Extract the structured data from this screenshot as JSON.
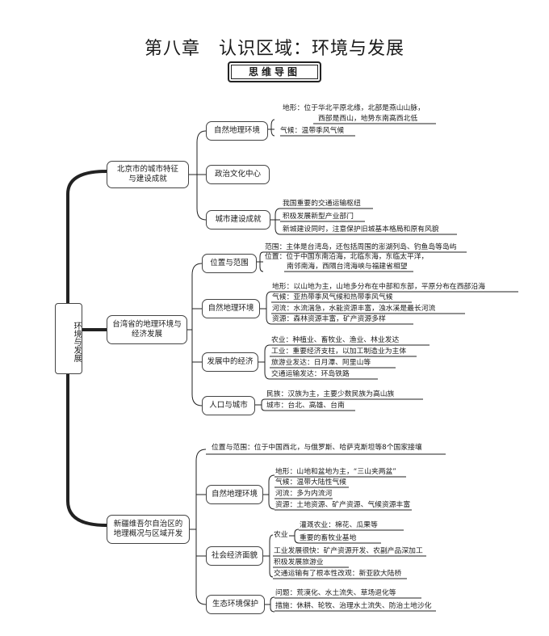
{
  "title": "第八章　认识区域：环境与发展",
  "subtitle": "思维导图",
  "root": "环境与发展",
  "beijing": {
    "label": "北京市的城市特征与建设成就",
    "nature": {
      "label": "自然地理环境",
      "terrain_l1": "地形：位于华北平原北缘，北部是燕山山脉，",
      "terrain_l2": "西部是西山，地势东南高西北低",
      "climate": "气候：温带季风气候"
    },
    "politics": "政治文化中心",
    "construction": {
      "label": "城市建设成就",
      "i1": "我国重要的交通运输枢纽",
      "i2": "积极发展新型产业部门",
      "i3": "新城建设同时，注意保护旧城基本格局和原有风貌"
    }
  },
  "taiwan": {
    "label": "台湾省的地理环境与经济发展",
    "position": {
      "label": "位置与范围",
      "scope": "范围：主体是台湾岛，还包括周围的澎湖列岛、钓鱼岛等岛屿",
      "pos_l1": "位置：位于中国东南沿海，北临东海，东临太平洋，",
      "pos_l2": "南邻南海，西隔台湾海峡与福建省相望"
    },
    "nature": {
      "label": "自然地理环境",
      "terrain": "地形：以山地为主，山地多分布在中部和东部，平原分布在西部沿海",
      "climate": "气候：亚热带季风气候和热带季风气候",
      "rivers": "河流：水流湍急，水能资源丰富，浊水溪是最长河流",
      "resources": "资源：森林资源丰富，矿产资源多样"
    },
    "economy": {
      "label": "发展中的经济",
      "agri": "农业：种植业、畜牧业、渔业、林业发达",
      "industry": "工业：重要经济支柱，以加工制造业为主体",
      "tourism": "旅游业发达：日月潭、阿里山等",
      "transport": "交通运输发达：环岛铁路"
    },
    "population": {
      "label": "人口与城市",
      "ethnic": "民族：汉族为主，主要少数民族为高山族",
      "cities": "城市：台北、高雄、台南"
    }
  },
  "xinjiang": {
    "label": "新疆维吾尔自治区的地理概况与区域开发",
    "position": "位置与范围：位于中国西北，与俄罗斯、哈萨克斯坦等8个国家接壤",
    "nature": {
      "label": "自然地理环境",
      "terrain": "地形：山地和盆地为主，“三山夹两盆”",
      "climate": "气候：温带大陆性气候",
      "rivers": "河流：多为内流河",
      "resources": "资源：土地资源、矿产资源、气候资源丰富"
    },
    "economy": {
      "label": "社会经济面貌",
      "agri_label": "农业",
      "agri1": "灌溉农业：棉花、瓜果等",
      "agri2": "重要的畜牧业基地",
      "industry": "工业发展很快：矿产资源开发、农副产品深加工",
      "tourism": "积极发展旅游业",
      "transport": "交通运输有了根本性改观：新亚欧大陆桥"
    },
    "ecology": {
      "label": "生态环境保护",
      "problem": "问题：荒漠化、水土流失、草场退化等",
      "measures": "措施：休耕、轮牧、治理水土流失、防治土地沙化"
    }
  }
}
